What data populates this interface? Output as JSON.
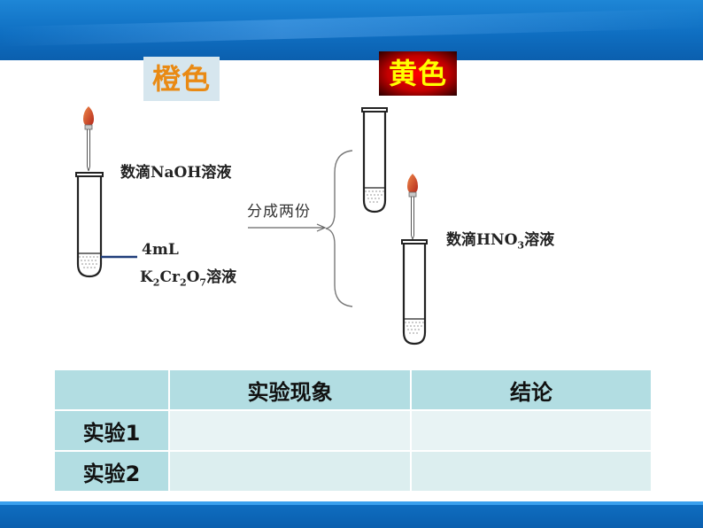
{
  "labels": {
    "orange": "橙色",
    "yellow": "黄色"
  },
  "diagram": {
    "naoh_drops": "数滴NaOH溶液",
    "volume": "4mL",
    "dichromate": {
      "k": "K",
      "k_sub": "2",
      "cr": "Cr",
      "cr_sub": "2",
      "o": "O",
      "o_sub": "7",
      "suffix": "溶液"
    },
    "split": "分成两份",
    "hno3": {
      "prefix": "数滴HNO",
      "sub": "3",
      "suffix": "溶液"
    }
  },
  "table": {
    "headers": [
      "",
      "实验现象",
      "结论"
    ],
    "rows": [
      {
        "label": "实验1",
        "phenomenon": "",
        "conclusion": ""
      },
      {
        "label": "实验2",
        "phenomenon": "",
        "conclusion": ""
      }
    ]
  },
  "colors": {
    "banner": "#0f6fc2",
    "orange_text": "#e98a14",
    "yellow_text": "#ffff00",
    "yellow_bg": "#c40000",
    "table_header": "#b2dde2",
    "table_cell": "#e8f3f4"
  }
}
